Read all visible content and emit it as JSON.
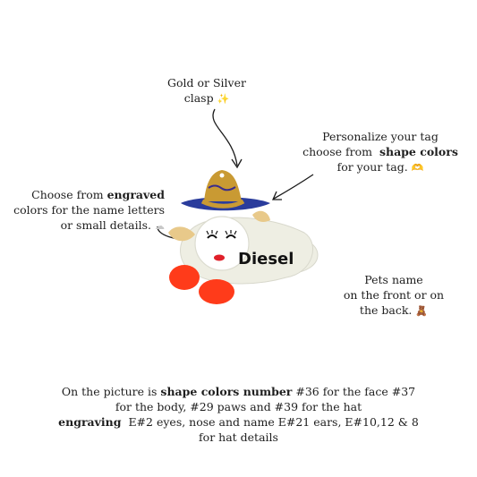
{
  "notes": {
    "clasp": {
      "line1": "Gold or Silver",
      "line2": "clasp",
      "emoji": "✨"
    },
    "shape": {
      "line1": "Personalize your tag",
      "line2_pre": "choose from",
      "line2_bold": "shape colors",
      "line3": "for your tag.",
      "emoji": "🫶"
    },
    "engraved": {
      "line1_pre": "Choose from",
      "line1_bold": "engraved",
      "line2": "colors for the name letters",
      "line3": "or small details.",
      "emoji": "☁"
    },
    "pets": {
      "line1": "Pets name",
      "line2": "on the front or on",
      "line3": "the back.",
      "emoji": "🧸"
    },
    "bottom": {
      "l1_pre": "On the picture is",
      "l1_bold": "shape colors number",
      "l1_post": "#36 for the face #37",
      "line2": "for the body, #29 paws and #39 for the hat",
      "l3_bold": "engraving",
      "l3_post": "E#2 eyes, nose and name E#21 ears, E#10,12 & 8",
      "line4": "for hat details"
    }
  },
  "product": {
    "name": "Diesel",
    "colors": {
      "body": "#eeeee3",
      "face": "#ffffff",
      "paws": "#ff3b1a",
      "ears": "#e8c98a",
      "hat_brim": "#2a3c9c",
      "hat_crown": "#c99a33",
      "hat_stripe": "#3a2c8c"
    }
  }
}
